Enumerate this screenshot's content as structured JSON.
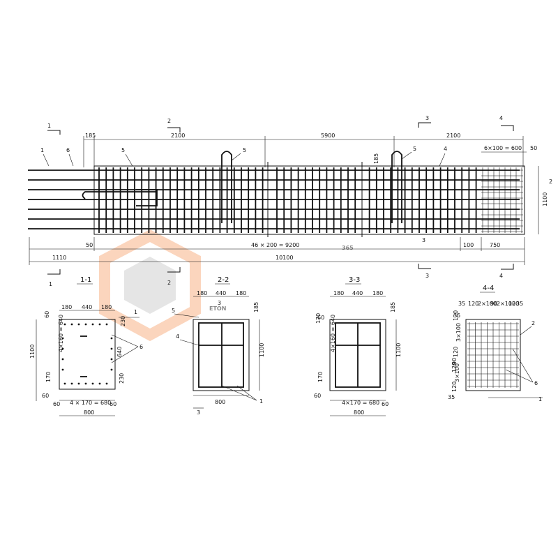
{
  "watermark": {
    "brand": "ETON",
    "number": "365",
    "accent": "#f5a97a",
    "grey": "#c9c9c9"
  },
  "elevation": {
    "top_dims": [
      "185",
      "2100",
      "5900",
      "2100",
      "185",
      "6×100 = 600",
      "50"
    ],
    "bottom_dims": [
      "50",
      "46 × 200 = 9200",
      "100",
      "750",
      "1110",
      "10100"
    ],
    "right_dim": "1100",
    "leaders": [
      "1",
      "6",
      "5",
      "5",
      "5",
      "4",
      "2",
      "3"
    ],
    "cut_marks": [
      "1",
      "1",
      "2",
      "2",
      "3",
      "3",
      "4",
      "4"
    ]
  },
  "sections": [
    {
      "title": "1-1",
      "dims": [
        "180",
        "440",
        "180",
        "60",
        "1100",
        "4×160 = 640",
        "170",
        "60",
        "230",
        "640",
        "230",
        "60",
        "4 × 170 = 680",
        "60",
        "800"
      ],
      "leaders": [
        "1",
        "6"
      ]
    },
    {
      "title": "2-2",
      "dims": [
        "180",
        "440",
        "180",
        "185",
        "1100",
        "800"
      ],
      "leaders": [
        "5",
        "3",
        "4",
        "1",
        "3"
      ]
    },
    {
      "title": "3-3",
      "dims": [
        "180",
        "440",
        "180",
        "185",
        "170",
        "60",
        "4×160 = 640",
        "1100",
        "170",
        "60",
        "4×170 = 680",
        "60",
        "800"
      ],
      "leaders": []
    },
    {
      "title": "4-4",
      "dims": [
        "35",
        "120",
        "2×100",
        "90",
        "2×100",
        "120",
        "35",
        "120",
        "35",
        "3×100",
        "120",
        "90",
        "120",
        "3×100",
        "120",
        "35"
      ],
      "leaders": [
        "2",
        "6",
        "1"
      ]
    }
  ]
}
